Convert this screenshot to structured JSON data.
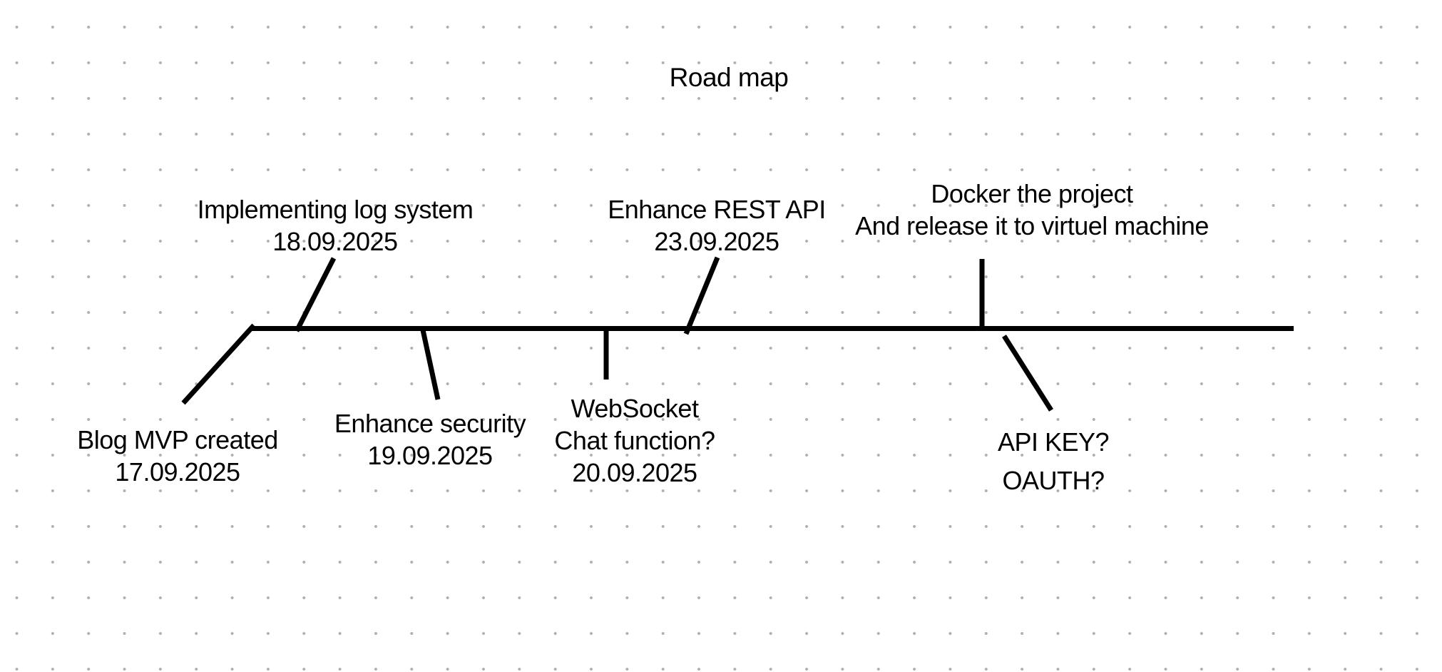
{
  "app": {
    "kind": "whiteboard-canvas",
    "background_color": "#ffffff",
    "dot_grid_color": "#b0b0b0",
    "stroke_color": "#000000",
    "text_color": "#000000"
  },
  "title": "Road map",
  "timeline": {
    "orientation": "horizontal",
    "milestones": [
      {
        "id": "blog-mvp",
        "side": "below",
        "lines": [
          "Blog MVP created",
          "17.09.2025"
        ]
      },
      {
        "id": "log-system",
        "side": "above",
        "lines": [
          "Implementing log system",
          "18.09.2025"
        ]
      },
      {
        "id": "enhance-security",
        "side": "below",
        "lines": [
          "Enhance security",
          "19.09.2025"
        ]
      },
      {
        "id": "websocket",
        "side": "below",
        "lines": [
          "WebSocket",
          "Chat function?",
          "20.09.2025"
        ]
      },
      {
        "id": "rest-api",
        "side": "above",
        "lines": [
          "Enhance REST API",
          "23.09.2025"
        ]
      },
      {
        "id": "docker",
        "side": "above",
        "lines": [
          "Docker the project",
          "And release it to virtuel machine"
        ]
      },
      {
        "id": "api-key",
        "side": "below",
        "lines": [
          "API KEY?",
          "OAUTH?"
        ]
      }
    ]
  }
}
